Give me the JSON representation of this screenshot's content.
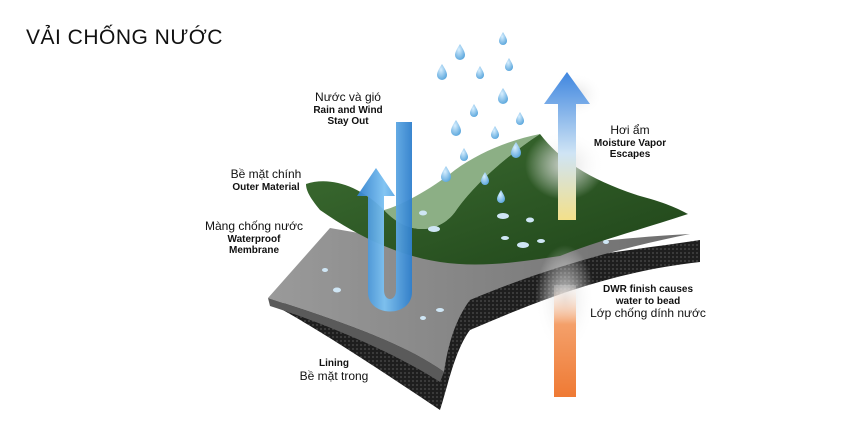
{
  "title": "VẢI CHỐNG NƯỚC",
  "labels": {
    "rain_vi": "Nước và gió",
    "rain_en_1": "Rain and Wind",
    "rain_en_2": "Stay Out",
    "vapor_vi": "Hơi ẩm",
    "vapor_en_1": "Moisture Vapor",
    "vapor_en_2": "Escapes",
    "outer_vi": "Bề mặt chính",
    "outer_en": "Outer Material",
    "membrane_vi": "Màng chống nước",
    "membrane_en_1": "Waterproof",
    "membrane_en_2": "Membrane",
    "dwr_en_1": "DWR finish causes",
    "dwr_en_2": "water to bead",
    "dwr_vi": "Lớp chống dính nước",
    "lining_en": "Lining",
    "lining_vi": "Bề mặt trong"
  },
  "colors": {
    "outer_layer": "#2e5a26",
    "membrane_layer": "#8a8a8a",
    "lining_layer": "#262626",
    "rain_arrow": "#4a9fe0",
    "vapor_arrow": "#4d8fe0",
    "dwr_arrow": "#f08040"
  }
}
